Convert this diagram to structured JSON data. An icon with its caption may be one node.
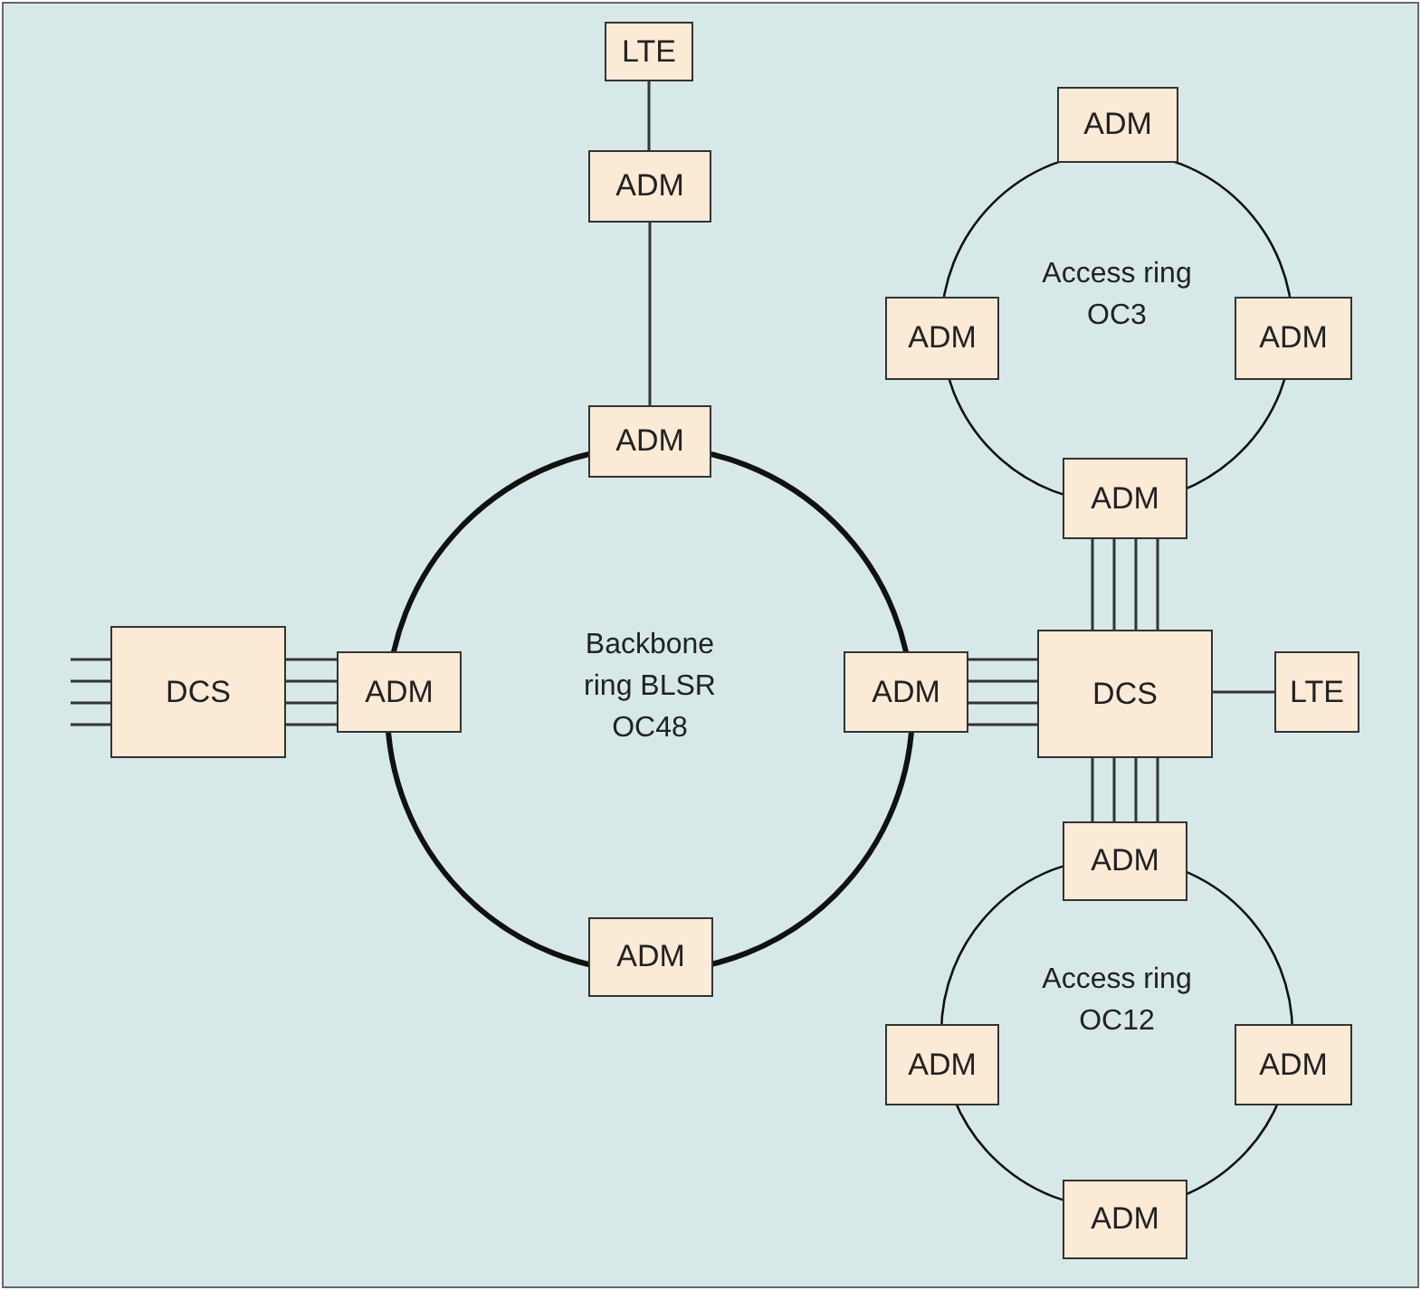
{
  "diagram": {
    "nodes": [
      {
        "text": [
          "LTE"
        ]
      },
      {
        "text": [
          "ADM"
        ]
      },
      {
        "text": [
          "Backbone ring BLSR OC48"
        ]
      },
      {
        "text": [
          "ADM"
        ]
      },
      {
        "text": [
          "DCS"
        ]
      },
      {
        "text": [
          "ADM"
        ]
      },
      {
        "text": [
          "ADM"
        ]
      },
      {
        "text": [
          "ADM"
        ]
      },
      {
        "text": [
          "Access ring OC3"
        ]
      },
      {
        "text": [
          "ADM"
        ]
      },
      {
        "text": [
          "ADM"
        ]
      },
      {
        "text": [
          "ADM"
        ]
      },
      {
        "text": [
          "ADM"
        ]
      },
      {
        "text": [
          "DCS"
        ]
      },
      {
        "text": [
          "LTE"
        ]
      },
      {
        "text": [
          "Access ring OC12"
        ]
      },
      {
        "text": [
          "ADM"
        ]
      },
      {
        "text": [
          "ADM"
        ]
      },
      {
        "text": [
          "ADM"
        ]
      },
      {
        "text": [
          "ADM"
        ]
      }
    ],
    "edges": [
      {
        "from": 0,
        "to": 1,
        "arrow": "none"
      },
      {
        "from": 1,
        "to": 3,
        "arrow": "none"
      },
      {
        "from": null,
        "to": 4,
        "arrow": "none"
      },
      {
        "from": null,
        "to": 4,
        "arrow": "none"
      },
      {
        "from": null,
        "to": 4,
        "arrow": "none"
      },
      {
        "from": null,
        "to": 4,
        "arrow": "none"
      },
      {
        "from": 4,
        "to": 5,
        "arrow": "none"
      },
      {
        "from": 4,
        "to": 5,
        "arrow": "none"
      },
      {
        "from": 4,
        "to": 5,
        "arrow": "none"
      },
      {
        "from": 4,
        "to": 5,
        "arrow": "none"
      },
      {
        "from": 6,
        "to": 13,
        "arrow": "none"
      },
      {
        "from": 6,
        "to": 13,
        "arrow": "none"
      },
      {
        "from": 6,
        "to": 13,
        "arrow": "none"
      },
      {
        "from": 6,
        "to": 13,
        "arrow": "none"
      },
      {
        "from": 12,
        "to": 13,
        "arrow": "none"
      },
      {
        "from": 12,
        "to": 13,
        "arrow": "none"
      },
      {
        "from": 12,
        "to": 13,
        "arrow": "none"
      },
      {
        "from": 12,
        "to": 13,
        "arrow": "none"
      },
      {
        "from": 13,
        "to": 16,
        "arrow": "none"
      },
      {
        "from": 13,
        "to": 16,
        "arrow": "none"
      },
      {
        "from": 13,
        "to": 16,
        "arrow": "none"
      },
      {
        "from": 13,
        "to": 16,
        "arrow": "none"
      },
      {
        "from": 13,
        "to": 14,
        "arrow": "none"
      }
    ]
  }
}
